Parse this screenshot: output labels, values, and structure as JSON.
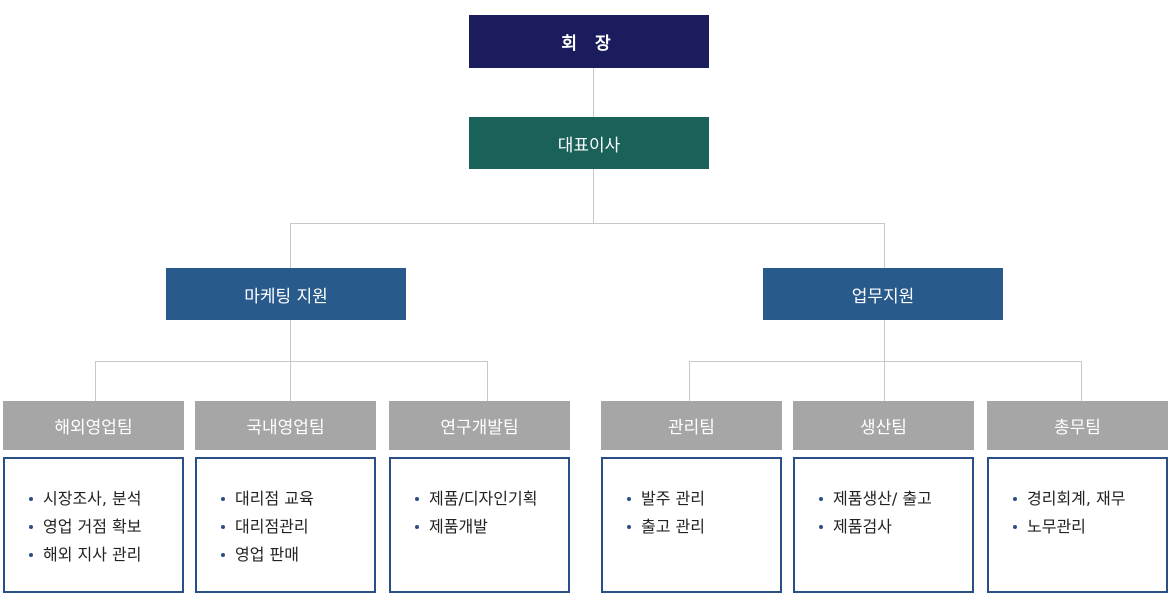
{
  "colors": {
    "chairman": "#1a1c5e",
    "representative": "#1a6259",
    "division": "#285a8c",
    "team": "#a6a6a6",
    "duty_border": "#2a4f86",
    "connector": "#c8c8c8"
  },
  "chairman": {
    "label": "회 장"
  },
  "representative": {
    "label": "대표이사"
  },
  "divisions": [
    {
      "label": "마케팅 지원"
    },
    {
      "label": "업무지원"
    }
  ],
  "teams": [
    {
      "label": "해외영업팀",
      "duties": [
        "시장조사, 분석",
        "영업 거점 확보",
        "해외 지사 관리"
      ]
    },
    {
      "label": "국내영업팀",
      "duties": [
        "대리점 교육",
        "대리점관리",
        "영업 판매"
      ]
    },
    {
      "label": "연구개발팀",
      "duties": [
        "제품/디자인기획",
        "제품개발"
      ]
    },
    {
      "label": "관리팀",
      "duties": [
        "발주 관리",
        "출고 관리"
      ]
    },
    {
      "label": "생산팀",
      "duties": [
        "제품생산/ 출고",
        "제품검사"
      ]
    },
    {
      "label": "총무팀",
      "duties": [
        "경리회계, 재무",
        "노무관리"
      ]
    }
  ]
}
